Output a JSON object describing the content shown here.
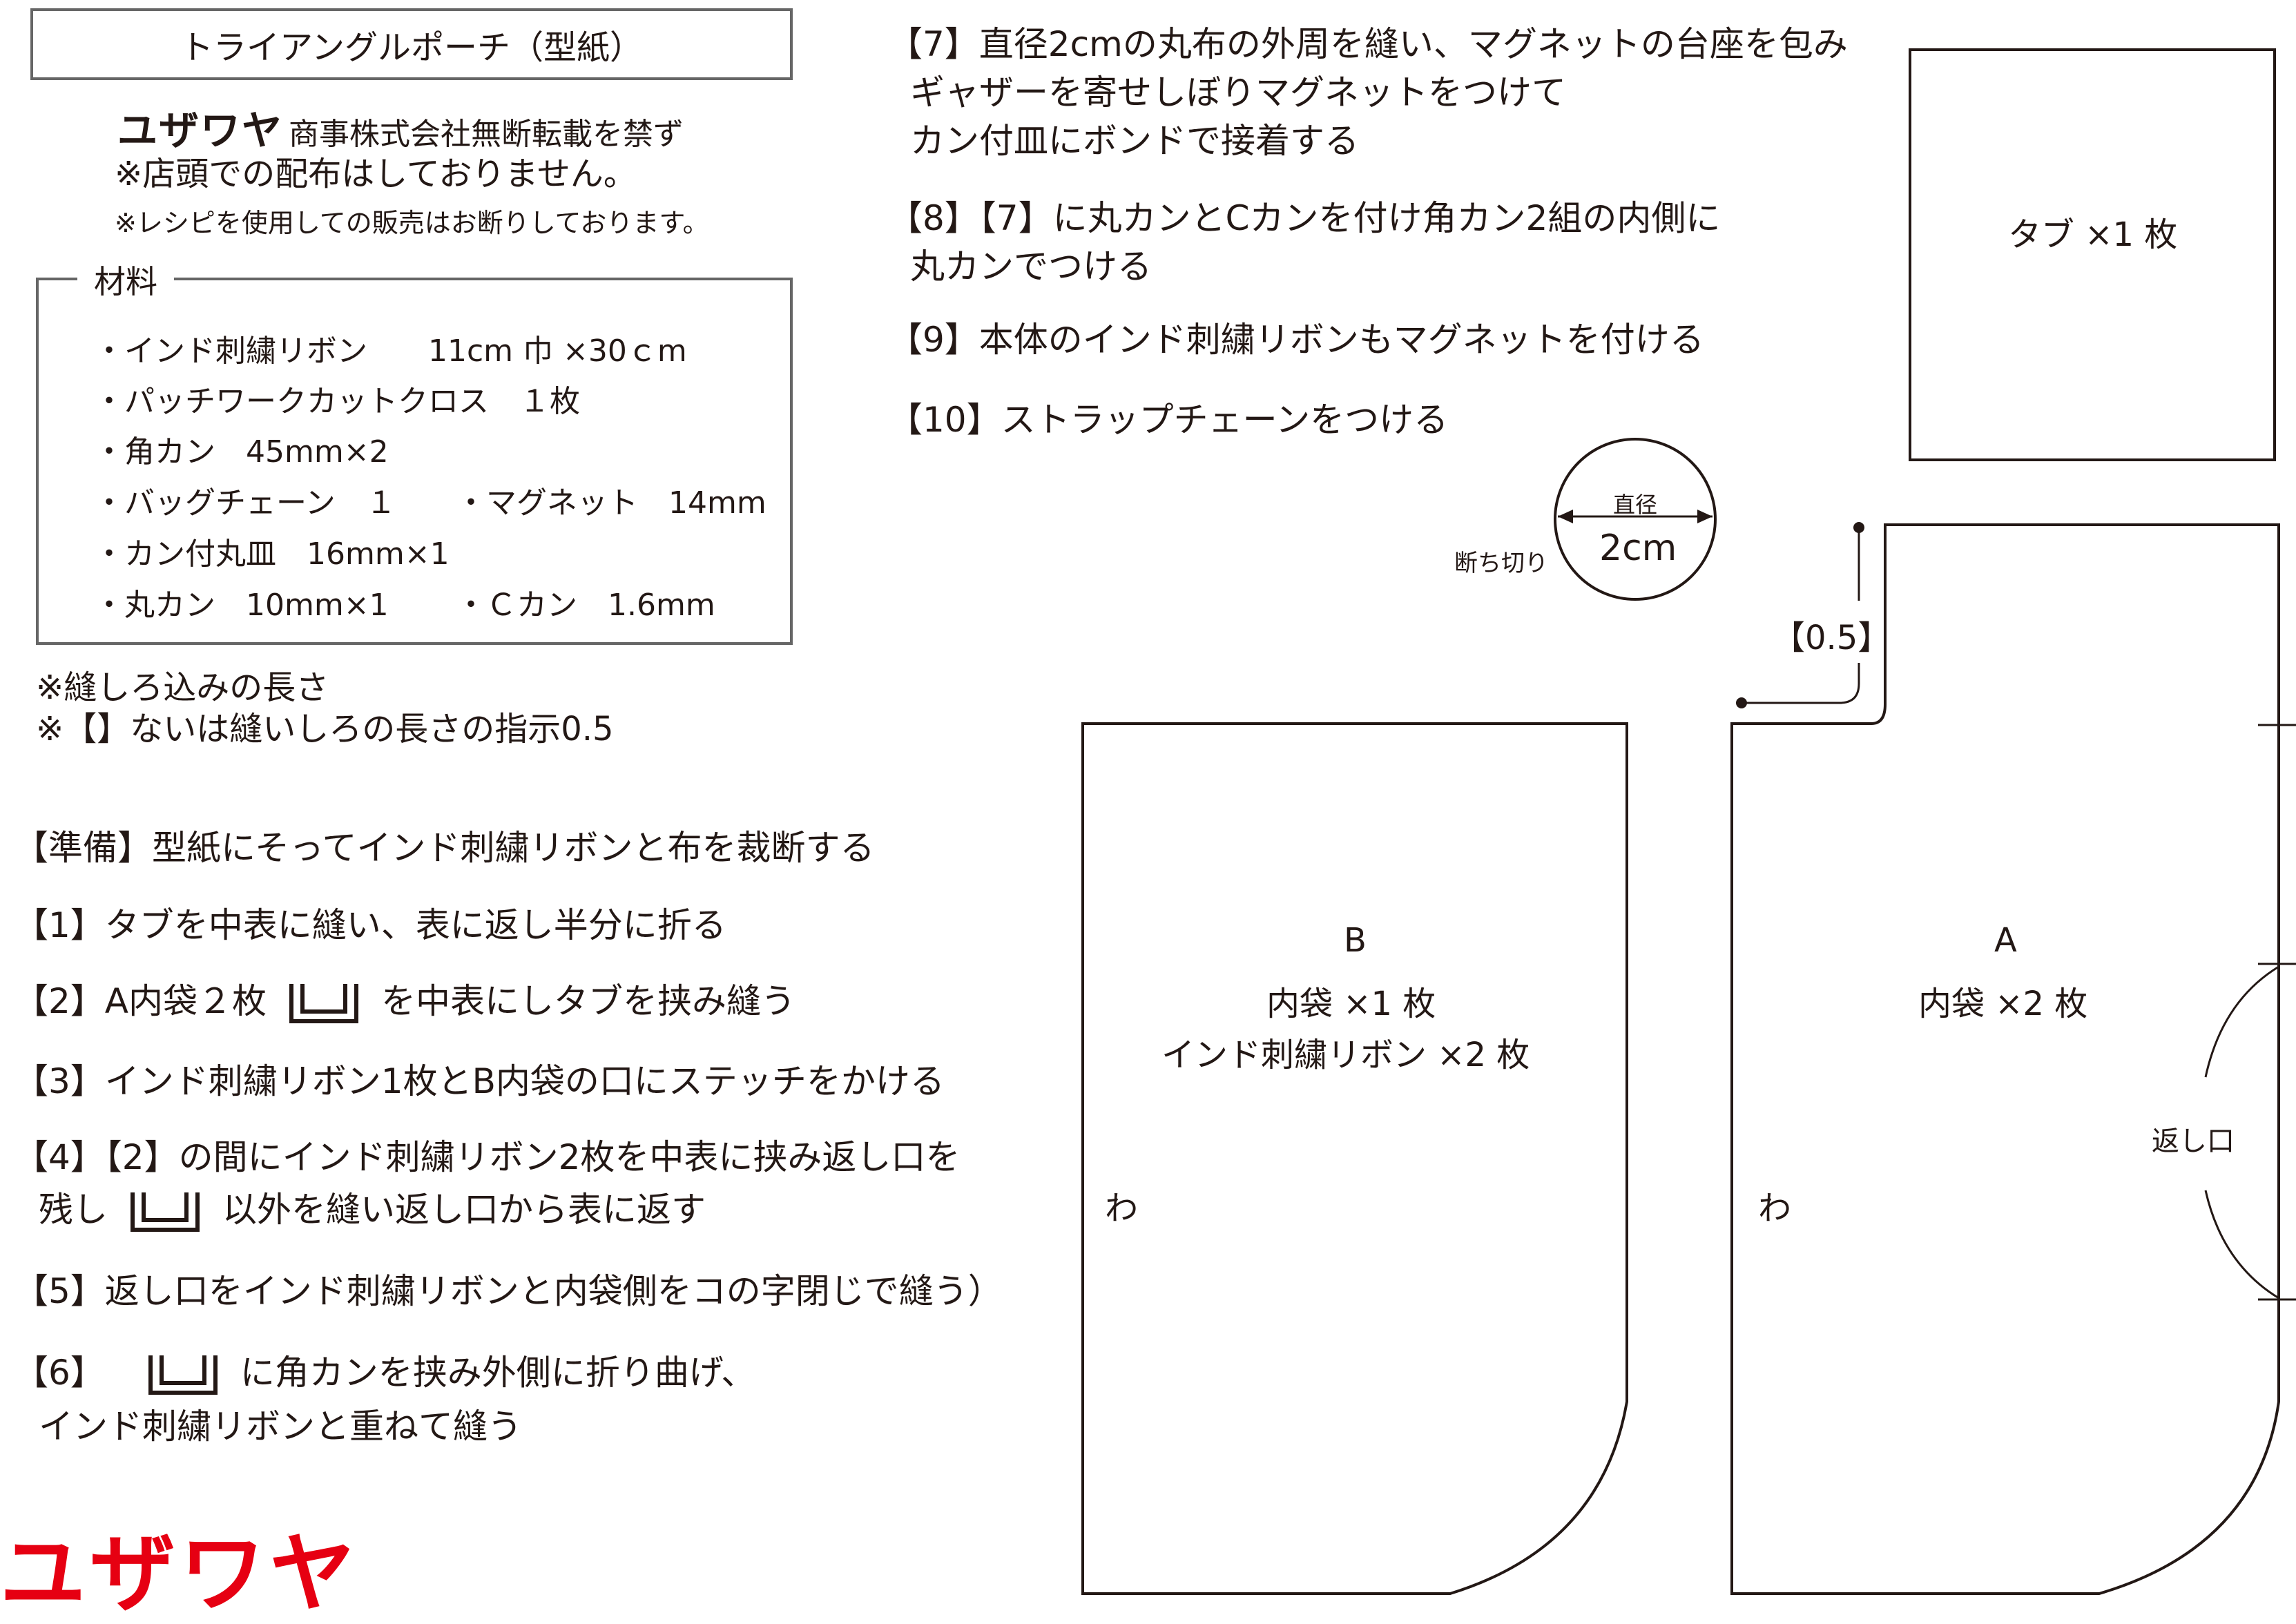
{
  "header": {
    "title": "トライアングルポーチ（型紙）",
    "copyright_brand": "ユザワヤ",
    "copyright_text": "商事株式会社無断転載を禁ず",
    "notice_1": "※店頭での配布はしておりません。",
    "notice_2": "※レシピを使用しての販売はお断りしております。"
  },
  "materials": {
    "legend": "材料",
    "items": [
      "・インド刺繍リボン　　11cm 巾 ×30ｃm",
      "・パッチワークカットクロス　１枚",
      "・角カン　45mm×2",
      "・バッグチェーン　１",
      "・マグネット　14mm",
      "・カン付丸皿　16mm×1",
      "・丸カン　10mm×1",
      "・Ｃカン　1.6mm"
    ]
  },
  "notes": {
    "seam_1": "※縫しろ込みの長さ",
    "seam_2": "※【】ないは縫いしろの長さの指示0.5"
  },
  "steps": {
    "prep": "【準備】型紙にそってインド刺繍リボンと布を裁断する",
    "s1": "【1】タブを中表に縫い、表に返し半分に折る",
    "s2a": "【2】A内袋２枚",
    "s2b": "を中表にしタブを挟み縫う",
    "s3": "【3】インド刺繍リボン1枚とB内袋の口にステッチをかける",
    "s4a": "【4】【2】の間にインド刺繍リボン2枚を中表に挟み返し口を",
    "s4b": "残し",
    "s4c": "以外を縫い返し口から表に返す",
    "s5": "【5】返し口をインド刺繍リボンと内袋側をコの字閉じで縫う）",
    "s6a": "【6】",
    "s6b": "に角カンを挟み外側に折り曲げ、",
    "s6c": "インド刺繍リボンと重ねて縫う",
    "s7a": "【7】直径2cmの丸布の外周を縫い、マグネットの台座を包み",
    "s7b": "ギャザーを寄せしぼりマグネットをつけて",
    "s7c": "カン付皿にボンドで接着する",
    "s8a": "【8】【7】に丸カンとCカンを付け角カン2組の内側に",
    "s8b": "丸カンでつける",
    "s9": "【9】本体のインド刺繍リボンもマグネットを付ける",
    "s10": "【10】ストラップチェーンをつける"
  },
  "patterns": {
    "tab": {
      "label": "タブ ×1 枚"
    },
    "circle": {
      "diameter_label": "直径",
      "size": "2cm",
      "cut_note": "断ち切り"
    },
    "seam_allowance": "【0.5】",
    "piece_b": {
      "letter": "B",
      "line1": "内袋 ×1 枚",
      "line2": "インド刺繍リボン ×2 枚",
      "fold": "わ"
    },
    "piece_a": {
      "letter": "A",
      "line1": "内袋 ×2 枚",
      "opening": "返し口",
      "fold": "わ"
    }
  },
  "brand_logo": "ユザワヤ",
  "colors": {
    "text": "#231815",
    "brand": "#e60012",
    "box_border": "#666666"
  }
}
